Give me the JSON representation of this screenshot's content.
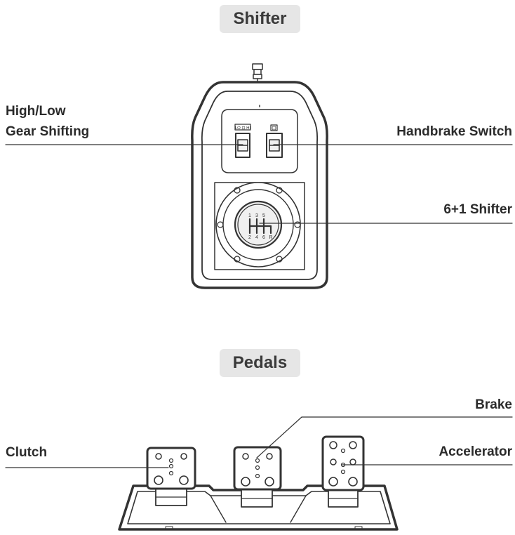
{
  "shifter_section": {
    "title": "Shifter",
    "labels": {
      "high_low_line1": "High/Low",
      "high_low_line2": "Gear Shifting",
      "handbrake": "Handbrake Switch",
      "shifter": "6+1 Shifter"
    },
    "switch_marks": {
      "lo_hi": "LO ⊡ HI",
      "hb": "⊡"
    },
    "gear_pattern": {
      "top": [
        "1",
        "3",
        "5"
      ],
      "bottom": [
        "2",
        "4",
        "6",
        "R"
      ]
    }
  },
  "pedals_section": {
    "title": "Pedals",
    "labels": {
      "clutch": "Clutch",
      "brake": "Brake",
      "accelerator": "Accelerator"
    }
  },
  "colors": {
    "outline": "#333333",
    "label_bg": "#e6e6e6",
    "fill_light": "#f0f0f0"
  }
}
